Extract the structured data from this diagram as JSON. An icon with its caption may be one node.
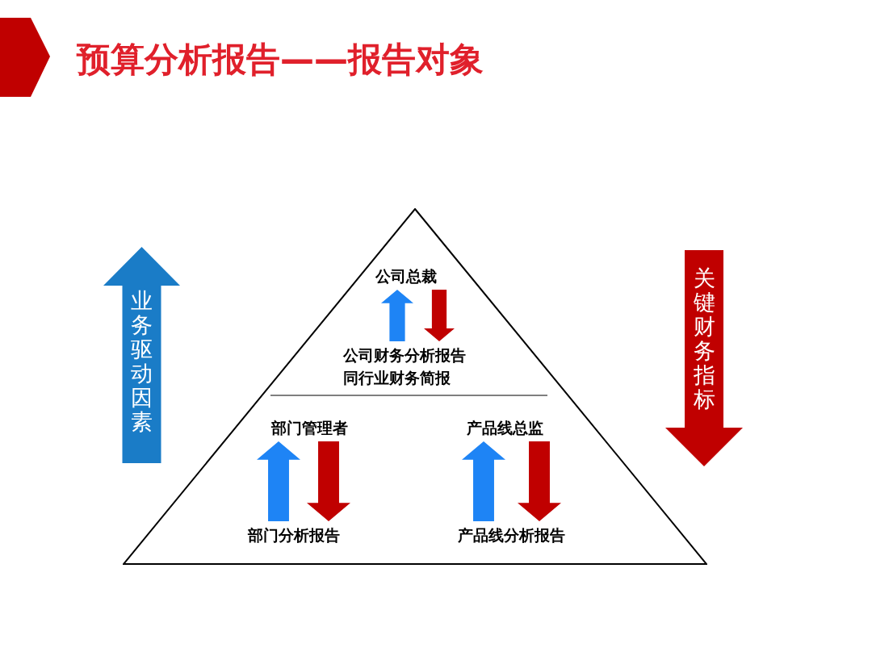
{
  "diagram": {
    "title": "预算分析报告——报告对象",
    "nodes": [
      {
        "text": [
          "业务驱动因素"
        ]
      },
      {
        "text": [],
        "shape": "triangle"
      },
      {
        "text": [
          "公司总裁"
        ],
        "in": 1
      },
      {
        "text": [
          "公司财务分析报告",
          "同行业财务简报"
        ],
        "in": 1
      },
      {
        "text": [
          "部门管理者"
        ],
        "in": 1
      },
      {
        "text": [
          "部门分析报告"
        ],
        "in": 1
      },
      {
        "text": [
          "产品线总监"
        ],
        "in": 1
      },
      {
        "text": [
          "产品线分析报告"
        ],
        "in": 1
      },
      {
        "text": [
          "关键财务指标"
        ]
      }
    ],
    "edges": [
      {
        "from": 3,
        "to": 2,
        "arrow": "to",
        "style": "thick",
        "color": "#1e84f5"
      },
      {
        "from": 2,
        "to": 3,
        "arrow": "to",
        "style": "thick",
        "color": "#c00000"
      },
      {
        "from": 5,
        "to": 4,
        "arrow": "to",
        "style": "thick",
        "color": "#1e84f5"
      },
      {
        "from": 4,
        "to": 5,
        "arrow": "to",
        "style": "thick",
        "color": "#c00000"
      },
      {
        "from": 7,
        "to": 6,
        "arrow": "to",
        "style": "thick",
        "color": "#1e84f5"
      },
      {
        "from": 6,
        "to": 7,
        "arrow": "to",
        "style": "thick",
        "color": "#c00000"
      }
    ]
  }
}
